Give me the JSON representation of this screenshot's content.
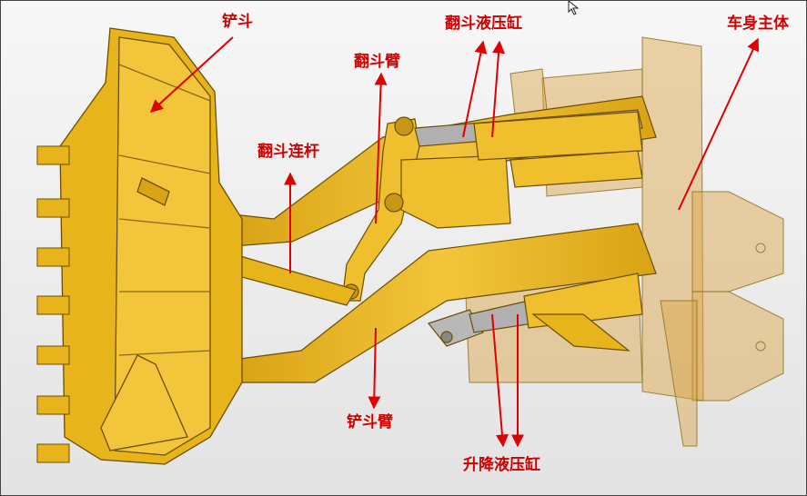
{
  "labels": {
    "bucket": "铲斗",
    "tilt_arm": "翻斗臂",
    "tilt_cylinder": "翻斗液压缸",
    "body": "车身主体",
    "tilt_link": "翻斗连杆",
    "boom_arm": "铲斗臂",
    "lift_cylinder": "升降液压缸"
  },
  "colors": {
    "part_yellow": "#e8b41c",
    "part_edge": "#6b4e00",
    "body_translucent": "#d9a443",
    "annotation_red": "#e00000"
  },
  "icons": {
    "cursor": "mouse-pointer-icon"
  }
}
